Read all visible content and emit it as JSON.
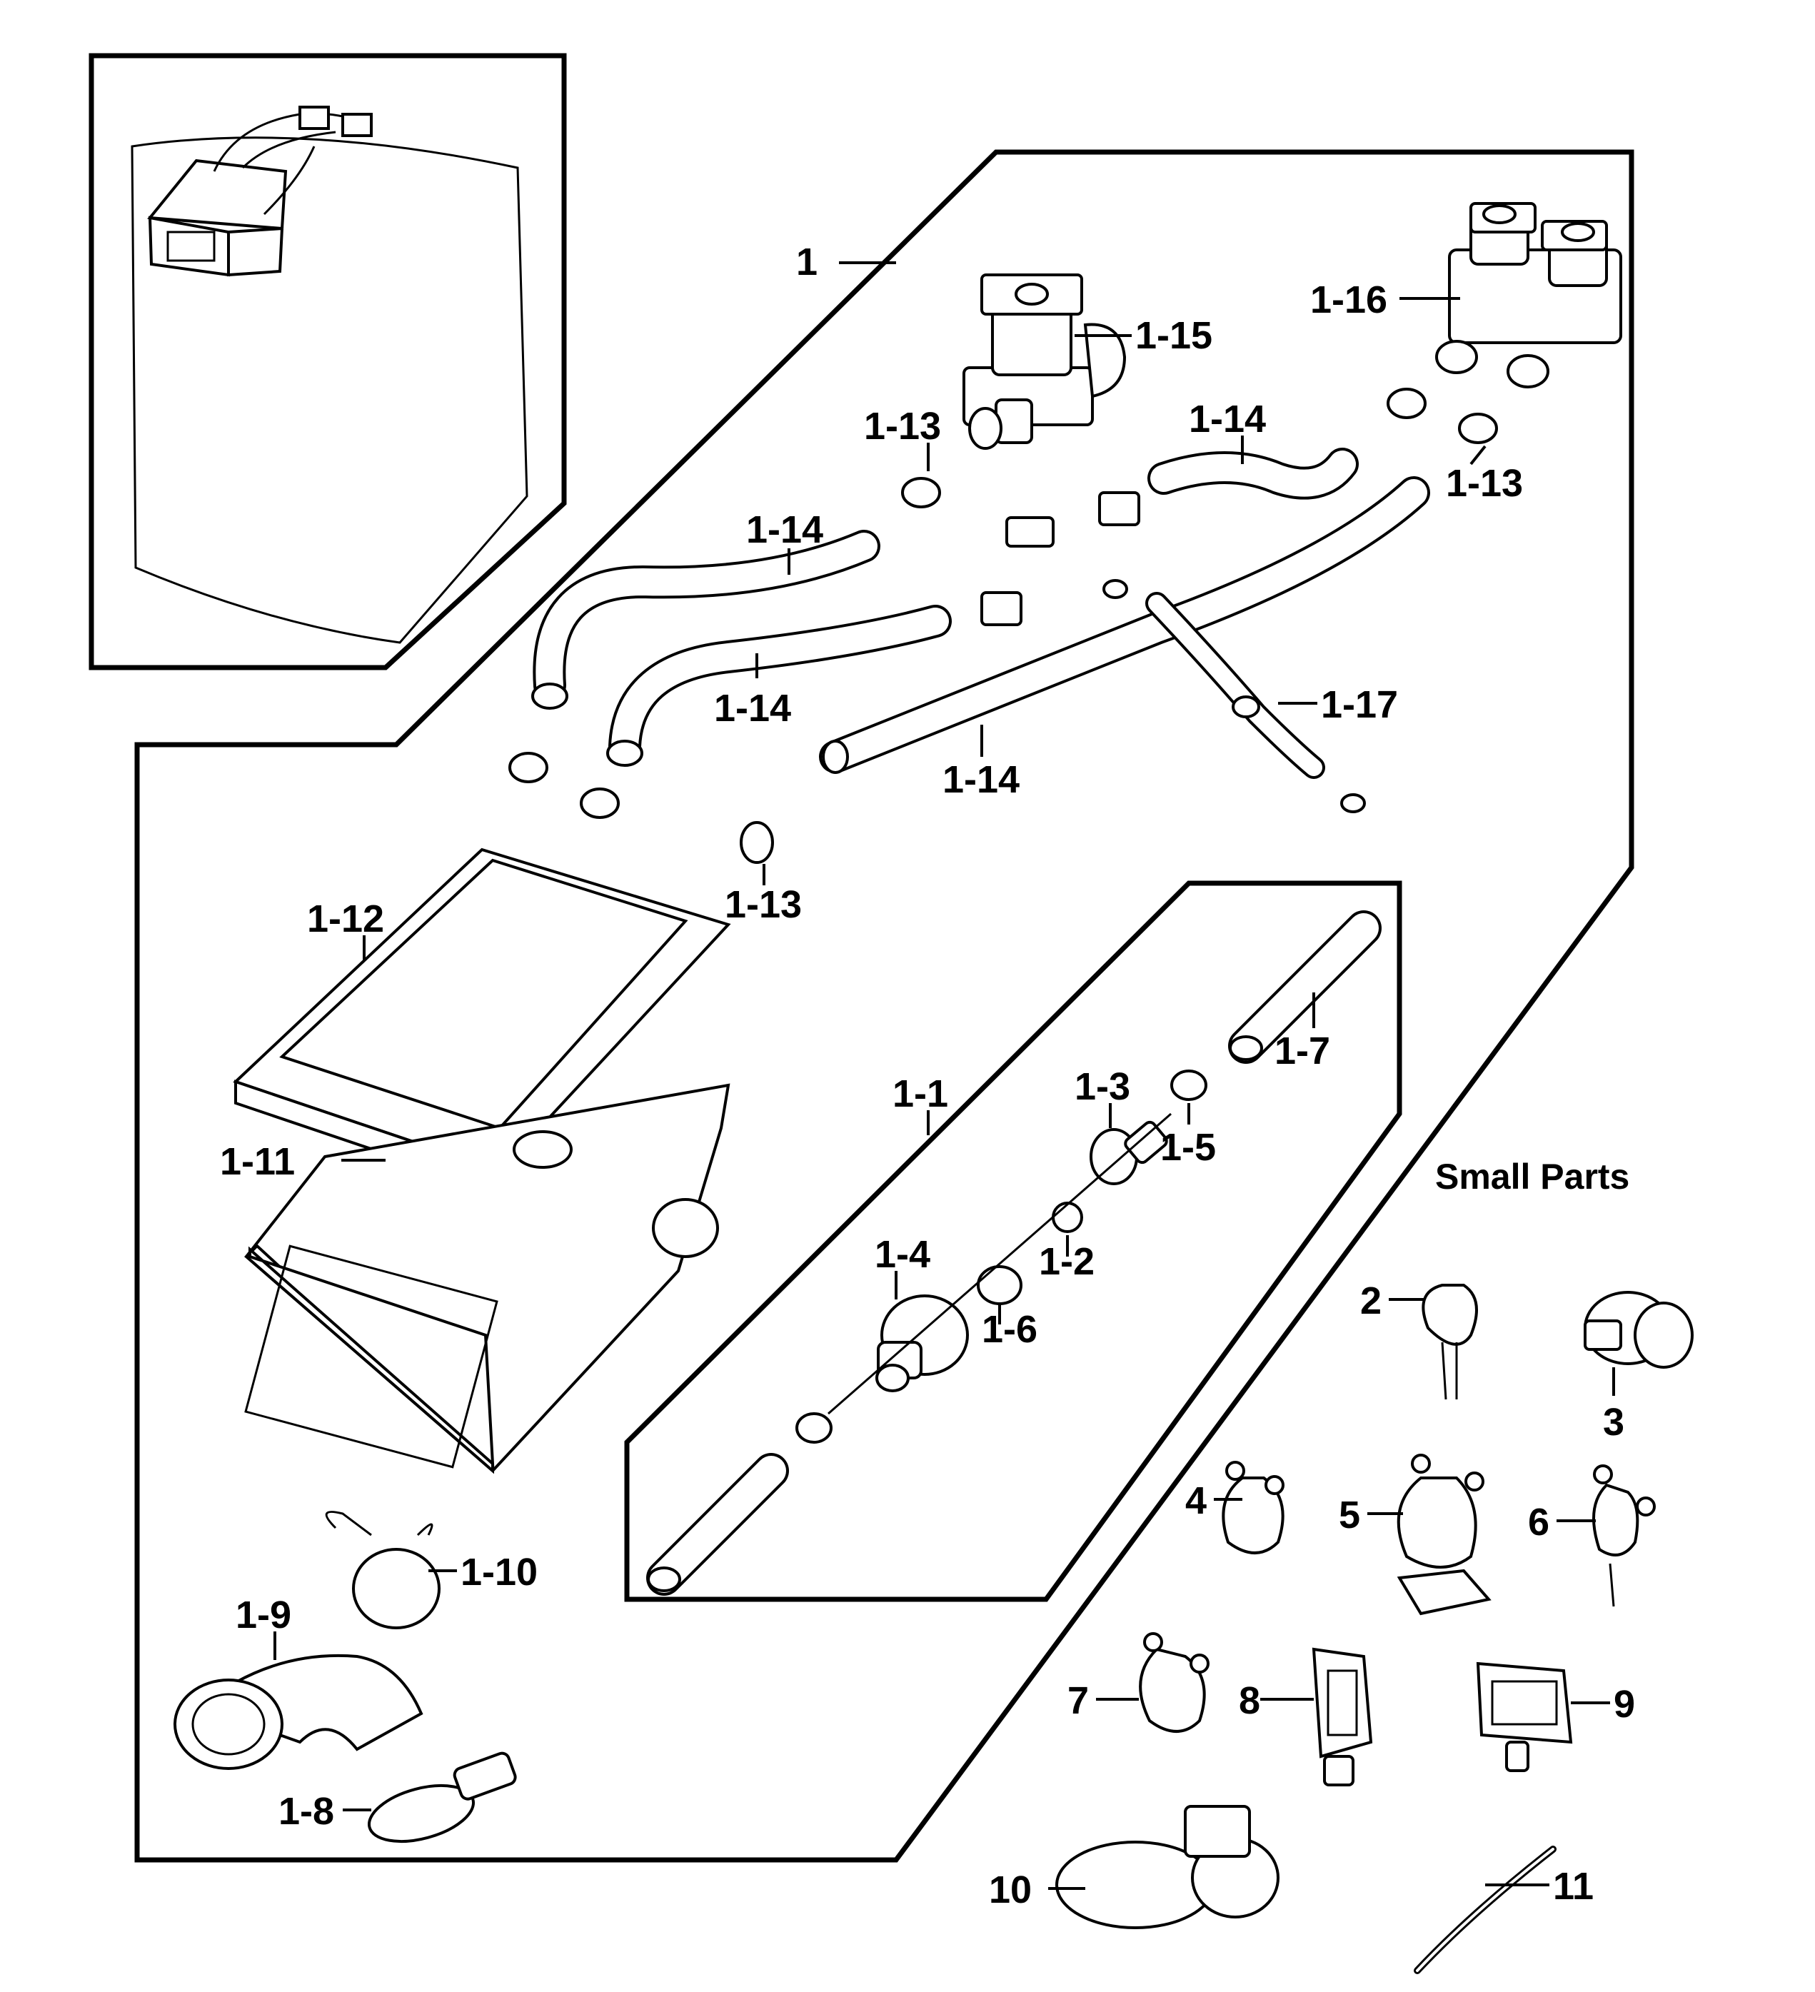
{
  "diagram": {
    "small_parts_title": "Small Parts",
    "labels": {
      "p1": "1",
      "p1_1": "1-1",
      "p1_2": "1-2",
      "p1_3": "1-3",
      "p1_4": "1-4",
      "p1_5": "1-5",
      "p1_6": "1-6",
      "p1_7": "1-7",
      "p1_8": "1-8",
      "p1_9": "1-9",
      "p1_10": "1-10",
      "p1_11": "1-11",
      "p1_12": "1-12",
      "p1_13a": "1-13",
      "p1_13b": "1-13",
      "p1_13c": "1-13",
      "p1_14a": "1-14",
      "p1_14b": "1-14",
      "p1_14c": "1-14",
      "p1_14d": "1-14",
      "p1_15": "1-15",
      "p1_16": "1-16",
      "p1_17": "1-17",
      "s2": "2",
      "s3": "3",
      "s4": "4",
      "s5": "5",
      "s6": "6",
      "s7": "7",
      "s8": "8",
      "s9": "9",
      "s10": "10",
      "s11": "11"
    }
  }
}
